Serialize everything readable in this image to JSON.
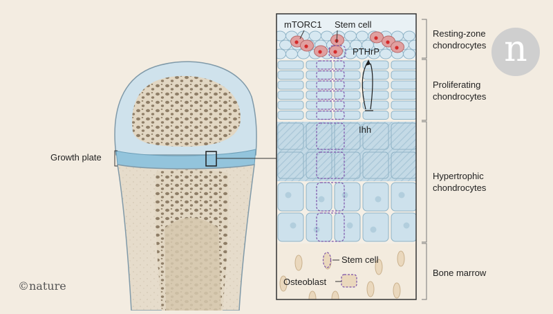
{
  "labels": {
    "mtorc1": "mTORC1",
    "stem_cell_top": "Stem cell",
    "pthrp": "PTHrP",
    "ihh": "Ihh",
    "stem_cell_bottom": "Stem cell",
    "osteoblast": "Osteoblast",
    "growth_plate": "Growth plate"
  },
  "zones": {
    "resting": [
      "Resting-zone",
      "chondrocytes"
    ],
    "proliferating": [
      "Proliferating",
      "chondrocytes"
    ],
    "hypertrophic": [
      "Hypertrophic",
      "chondrocytes"
    ],
    "marrow": [
      "Bone marrow"
    ]
  },
  "credit": "©nature",
  "logo_letter": "n",
  "colors": {
    "background": "#f3ece1",
    "cartilage_blue": "#bcd8e6",
    "bone_spongy": "#d8ccb6",
    "stem_cell_red": "#e0a0a0",
    "signal_dot": "#d42a2a",
    "dashed_outline": "#7a4fa8"
  }
}
